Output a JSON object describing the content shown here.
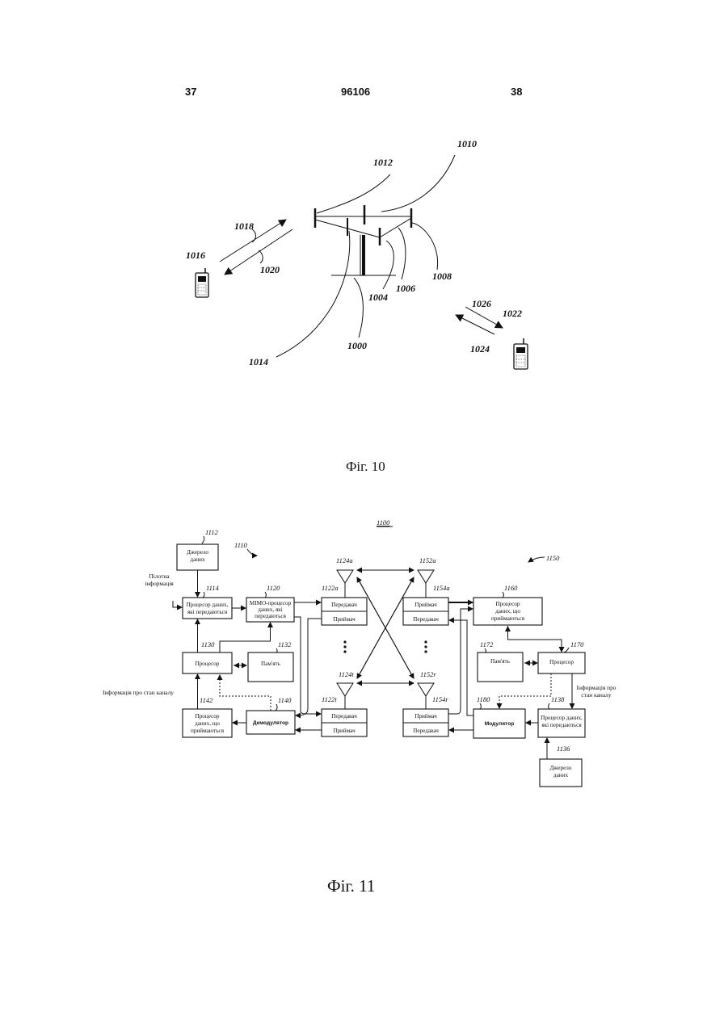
{
  "header": {
    "page_left": "37",
    "patent_number": "96106",
    "page_right": "38"
  },
  "fig10": {
    "caption": "Фіг. 10",
    "refs": {
      "r1010": "1010",
      "r1012": "1012",
      "r1018": "1018",
      "r1016": "1016",
      "r1020": "1020",
      "r1008": "1008",
      "r1006": "1006",
      "r1004": "1004",
      "r1026": "1026",
      "r1022": "1022",
      "r1024": "1024",
      "r1000": "1000",
      "r1014": "1014"
    }
  },
  "fig11": {
    "caption": "Фіг. 11",
    "system_ref": "1100",
    "refs": {
      "r1112": "1112",
      "r1110": "1110",
      "r1114": "1114",
      "r1120": "1120",
      "r1124a": "1124a",
      "r1122a": "1122a",
      "r1152a": "1152a",
      "r1154a": "1154a",
      "r1150": "1150",
      "r1160": "1160",
      "r1130": "1130",
      "r1132": "1132",
      "r1172": "1172",
      "r1170": "1170",
      "r1124t": "1124t",
      "r1152r": "1152r",
      "r1142": "1142",
      "r1140": "1140",
      "r1122t": "1122t",
      "r1154r": "1154r",
      "r1180": "1180",
      "r1138": "1138",
      "r1136": "1136"
    },
    "blocks": {
      "data_source_tx": [
        "Джерело",
        "даних"
      ],
      "tx_data_processor": [
        "Процесор даних,",
        "які передаються"
      ],
      "tx_mimo_processor": [
        "MIMO-процесор",
        "даних, які",
        "передаються"
      ],
      "processor_tx": "Процесор",
      "memory_tx": "Пам'ять",
      "rx_data_processor_tx": [
        "Процесор",
        "даних, що",
        "приймаються"
      ],
      "demodulator": "Демодулятор",
      "transmitter_1122a": "Передавач",
      "receiver_1122a": "Приймач",
      "transmitter_1122t": "Передавач",
      "receiver_1122t": "Приймач",
      "receiver_1154a": "Приймач",
      "transmitter_1154a": "Передавач",
      "receiver_1154r": "Приймач",
      "transmitter_1154r": "Передавач",
      "rx_data_processor_rx": [
        "Процесор",
        "даних, що",
        "приймаються"
      ],
      "memory_rx": "Пам'ять",
      "processor_rx": "Процесор",
      "modulator": "Модулятор",
      "tx_data_processor_rx": [
        "Процесор даних,",
        "які передаються"
      ],
      "data_source_rx": [
        "Джерело",
        "даних"
      ]
    },
    "labels": {
      "pilot_info": [
        "Пілотна",
        "інформація"
      ],
      "csi_tx": "Інформація про стан каналу",
      "csi_rx": [
        "Інформація про",
        "стан каналу"
      ]
    }
  }
}
